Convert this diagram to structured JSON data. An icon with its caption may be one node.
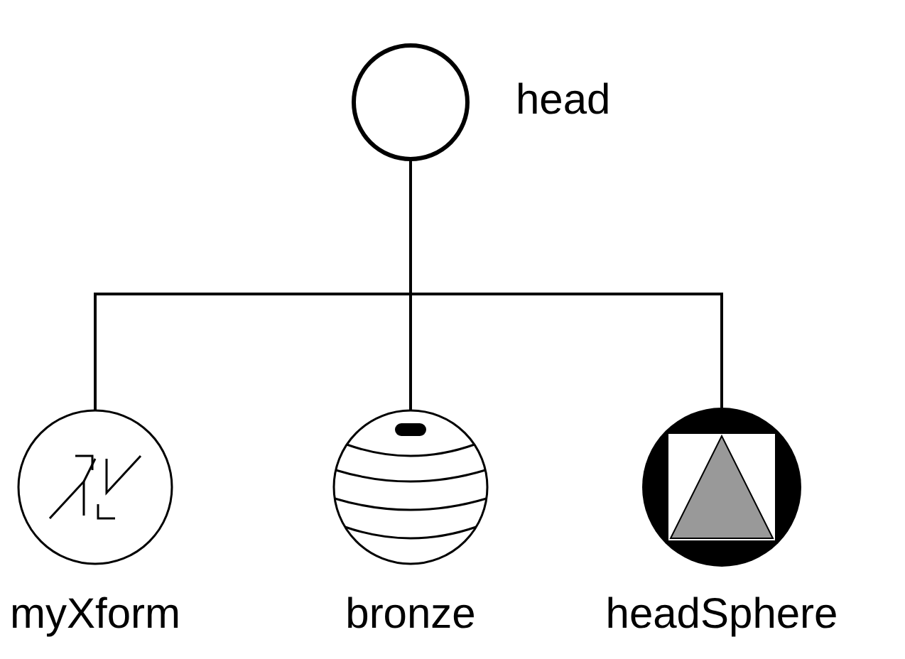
{
  "diagram": {
    "nodes": [
      {
        "text": [
          "head"
        ]
      },
      {
        "text": [
          "myXform"
        ]
      },
      {
        "text": [
          "bronze"
        ]
      },
      {
        "text": [
          "headSphere"
        ]
      }
    ],
    "edges": [
      {
        "from": 0,
        "to": 1,
        "arrow": "none"
      },
      {
        "from": 0,
        "to": 2,
        "arrow": "none"
      },
      {
        "from": 0,
        "to": 3,
        "arrow": "none"
      }
    ]
  }
}
